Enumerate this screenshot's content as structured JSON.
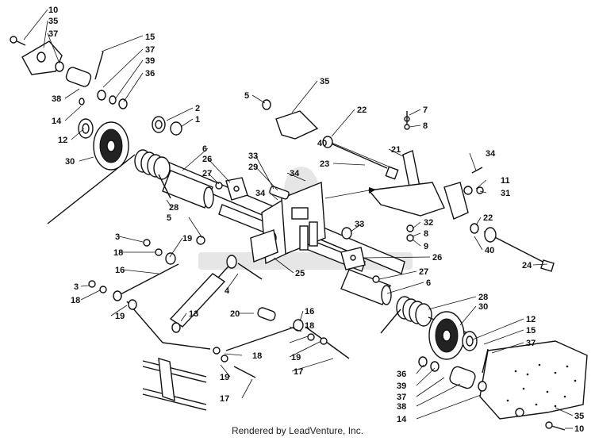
{
  "footer": {
    "rendered_by": "Rendered by LeadVenture, Inc."
  },
  "labels": {
    "l10a": "10",
    "l35a": "35",
    "l37a": "37",
    "l15a": "15",
    "l37b": "37",
    "l39a": "39",
    "l36a": "36",
    "l38a": "38",
    "l14a": "14",
    "l12a": "12",
    "l30a": "30",
    "l2": "2",
    "l1": "1",
    "l5a": "5",
    "l35b": "35",
    "l22a": "22",
    "l7": "7",
    "l8a": "8",
    "l40a": "40",
    "l21": "21",
    "l23": "23",
    "l6a": "6",
    "l26a": "26",
    "l27a": "27",
    "l33a": "33",
    "l29": "29",
    "l34a": "34",
    "l34b": "34",
    "l34c": "34",
    "l11": "11",
    "l31": "31",
    "l28a": "28",
    "l5b": "5",
    "l33b": "33",
    "l32": "32",
    "l8b": "8",
    "l9": "9",
    "l22b": "22",
    "l3a": "3",
    "l19a": "19",
    "l18a": "18",
    "l16a": "16",
    "l26b": "26",
    "l40b": "40",
    "l24": "24",
    "l4": "4",
    "l25": "25",
    "l27b": "27",
    "l6b": "6",
    "l3b": "3",
    "l18b": "18",
    "l19b": "19",
    "l13": "13",
    "l20": "20",
    "l16b": "16",
    "l28b": "28",
    "l30b": "30",
    "l18c": "18",
    "l12b": "12",
    "l15b": "15",
    "l19c": "19",
    "l18d": "18",
    "l17a": "17",
    "l37c": "37",
    "l36b": "36",
    "l39b": "39",
    "l37d": "37",
    "l38b": "38",
    "l14b": "14",
    "l19d": "19",
    "l17b": "17",
    "l35c": "35",
    "l10b": "10"
  }
}
